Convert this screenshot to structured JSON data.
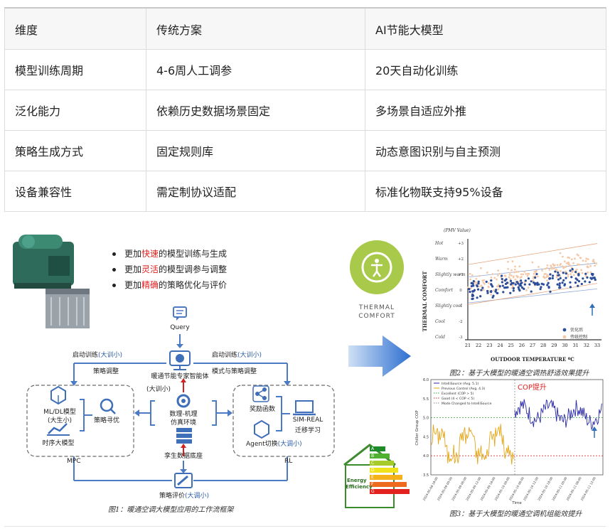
{
  "table": {
    "header": [
      "维度",
      "传统方案",
      "AI节能大模型"
    ],
    "rows": [
      [
        "模型训练周期",
        "4-6周人工调参",
        "20天自动化训练"
      ],
      [
        "泛化能力",
        "依赖历史数据场景固定",
        "多场景自适应外推"
      ],
      [
        "策略生成方式",
        "固定规则库",
        "动态意图识别与自主预测"
      ],
      [
        "设备兼容性",
        "需定制协议适配",
        "标准化物联支持95%设备"
      ]
    ]
  },
  "fig1": {
    "bullets": [
      {
        "pre": "更加",
        "em": "快速",
        "post": "的模型训练与生成"
      },
      {
        "pre": "更加",
        "em": "灵活",
        "post": "的模型调参与调整"
      },
      {
        "pre": "更加",
        "em": "精确",
        "post": "的策略优化与评价"
      }
    ],
    "query": "Query",
    "agent": "暖通节能专家智能体",
    "left_top_a": "启动训练",
    "left_top_b": "(大训小)",
    "left_top_c": "策略调整",
    "right_top_a": "启动训练",
    "right_top_b": "(大训小)",
    "right_top_c": "模式与策略调整",
    "mid_tag": "(大训小)",
    "sim_a": "数理-机理",
    "sim_b": "仿真环境",
    "twin": "孪生数据底座",
    "eval_a": "策略评价",
    "eval_b": "(大调小)",
    "mpc_model_a": "ML/DL模型",
    "mpc_model_b": "(大生小)",
    "mpc_ts": "时序大模型",
    "mpc_opt": "策略寻优",
    "mpc": "MPC",
    "rl_reward": "奖励函数",
    "rl_agent_a": "Agent切换",
    "rl_agent_b": "(大调小)",
    "rl_sim_a": "SIM-REAL",
    "rl_sim_b": "迁移学习",
    "rl": "RL",
    "caption": "图1：暖通空调大模型应用的工作流框架"
  },
  "thermal": {
    "label_a": "THERMAL",
    "label_b": "COMFORT",
    "energy_a": "Energy",
    "energy_b": "Efficiency",
    "energy_letters": [
      "A",
      "B",
      "C",
      "D",
      "E",
      "F",
      "G"
    ]
  },
  "fig2": {
    "pmv": "(PMV Value)",
    "ylabel": "THERMAL COMFORT",
    "xlabel": "OUTDOOR TEMPERATURE ºC",
    "levels": [
      "Hot",
      "Warm",
      "Slightly warm",
      "Comfort",
      "Slightly cool",
      "Cool",
      "Cold"
    ],
    "level_vals": [
      "+3",
      "+2",
      "+1",
      "0",
      "-1",
      "-2",
      "-3"
    ],
    "legend": [
      "优化后",
      "传统控制"
    ],
    "caption": "图2：基于大模型的暖通空调热舒适效果提升"
  },
  "fig3": {
    "legend": [
      "IntelliSource (Avg. 5.1)",
      "Previous Control (Avg. 4.3)",
      "Excellent (COP > 5)",
      "Good (4 < COP < 5)",
      "Mode Changed to IntelliSource"
    ],
    "annotation": "COP提升",
    "ylabel": "Chiller Group COP",
    "xlabel": "Time",
    "caption": "图3：基于大模型的暖通空调机组能效提升"
  },
  "chart_data": [
    {
      "type": "scatter",
      "title": "",
      "xlabel": "OUTDOOR TEMPERATURE ºC",
      "ylabel": "THERMAL COMFORT",
      "x_ticks": [
        21,
        22,
        23,
        24,
        25,
        26,
        27,
        28,
        29,
        30,
        31,
        32,
        33
      ],
      "y_ticks": [
        3,
        2,
        1,
        0,
        -1,
        -2,
        -3
      ],
      "xlim": [
        21,
        33
      ],
      "ylim": [
        -3,
        3
      ],
      "series": [
        {
          "name": "优化后",
          "color": "#2b4d9a",
          "center_start": 0.0,
          "center_end": 0.9,
          "spread": 0.55
        },
        {
          "name": "传统控制",
          "color": "#f4c9a8",
          "center_start": 0.35,
          "center_end": 1.7,
          "spread": 0.85
        }
      ],
      "legend_position": "bottom-right"
    },
    {
      "type": "line",
      "title": "",
      "xlabel": "Time",
      "ylabel": "Chiller Group COP",
      "ylim": [
        3.5,
        6.0
      ],
      "y_ticks": [
        3.5,
        4.0,
        4.5,
        5.0,
        5.5,
        6.0
      ],
      "x_ticks": [
        "2024-05-08 18:00",
        "2024-05-09 00:00",
        "2024-05-09 06:00",
        "2024-05-09 12:00",
        "2024-05-09 18:00",
        "2024-05-10 00:00",
        "2024-05-10 06:00",
        "2024-05-10 12:00",
        "2024-05-10 18:00",
        "2024-05-11 00:00",
        "2024-05-11 06:00",
        "2024-05-11 12:00"
      ],
      "series": [
        {
          "name": "Previous Control (Avg. 4.3)",
          "color": "#e5a617",
          "avg": 4.3
        },
        {
          "name": "IntelliSource (Avg. 5.1)",
          "color": "#2a2aa8",
          "avg": 5.1
        }
      ],
      "thresholds": {
        "excellent": 5.0,
        "good": 4.0
      },
      "legend_position": "top-left"
    }
  ]
}
